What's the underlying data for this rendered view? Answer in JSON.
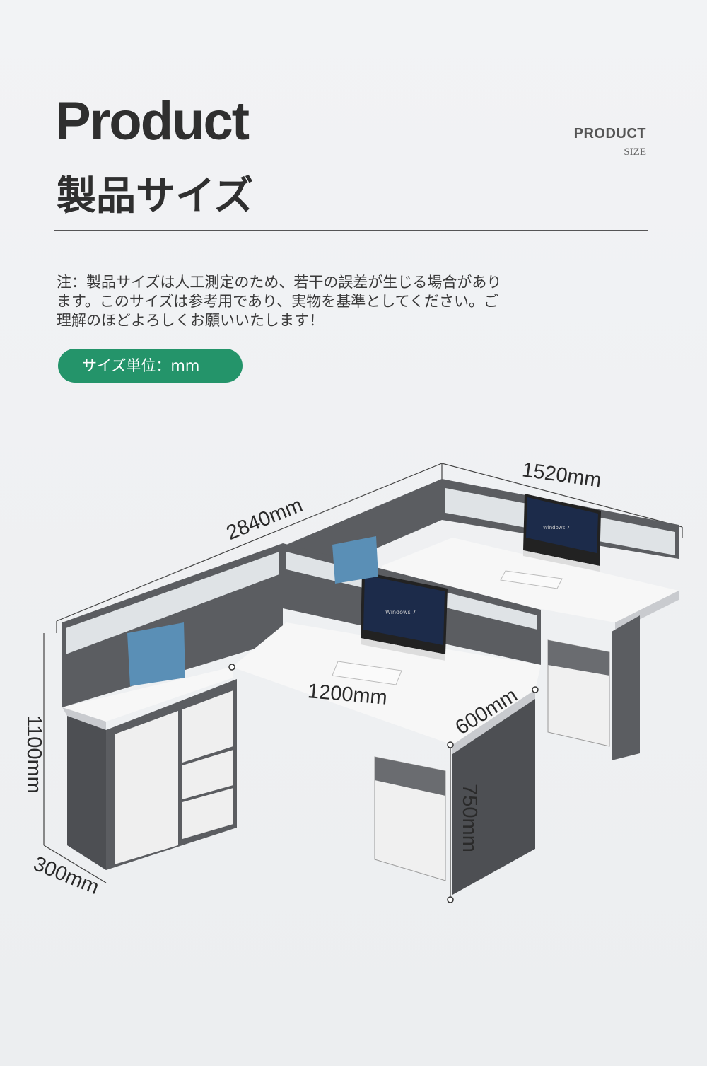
{
  "header": {
    "title": "Product",
    "subtitle": "製品サイズ",
    "label_top": "PRODUCT",
    "label_bottom": "SIZE"
  },
  "note": {
    "lines": [
      "注：製品サイズは人工測定のため、若干の誤差が生じる場合があり",
      "ます。このサイズは参考用であり、実物を基準としてください。ご",
      "理解のほどよろしくお願いいたします！"
    ]
  },
  "unit_badge": "サイズ単位：mm",
  "dimensions": {
    "total_length": "2840mm",
    "side_length": "1520mm",
    "desk_width": "1200mm",
    "desk_depth": "600mm",
    "partition_height": "1100mm",
    "desk_height": "750mm",
    "cabinet_depth": "300mm"
  },
  "colors": {
    "accent": "#24946a",
    "frame": "#5b5d61",
    "desktop": "#f7f7f7"
  }
}
